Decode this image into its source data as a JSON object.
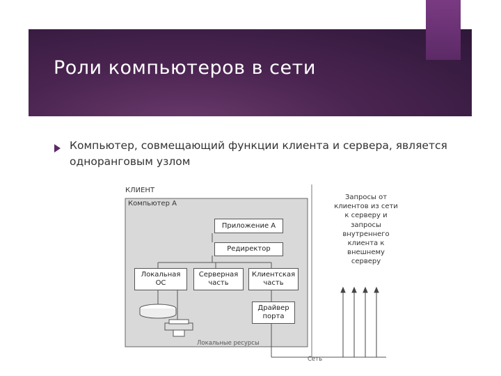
{
  "slide": {
    "title": "Роли компьютеров в сети",
    "bullet": "Компьютер, совмещающий функции клиента и сервера, является одноранговым узлом"
  },
  "diagram": {
    "client_label": "КЛИЕНТ",
    "computer_label": "Компьютер А",
    "app_box": "Приложение А",
    "redirector_box": "Редиректор",
    "local_os_box": "Локальная ОС",
    "server_part_box": "Серверная часть",
    "client_part_box": "Клиентская часть",
    "port_driver_box": "Драйвер порта",
    "local_resources_label": "Локальные ресурсы",
    "network_label": "Сеть",
    "side_note": "Запросы от клиентов из сети к серверу и запросы внутреннего клиента к внешнему серверу"
  },
  "colors": {
    "banner": "#3a1c45",
    "accent": "#6a3276",
    "diagram_bg": "#d9d9d9"
  }
}
